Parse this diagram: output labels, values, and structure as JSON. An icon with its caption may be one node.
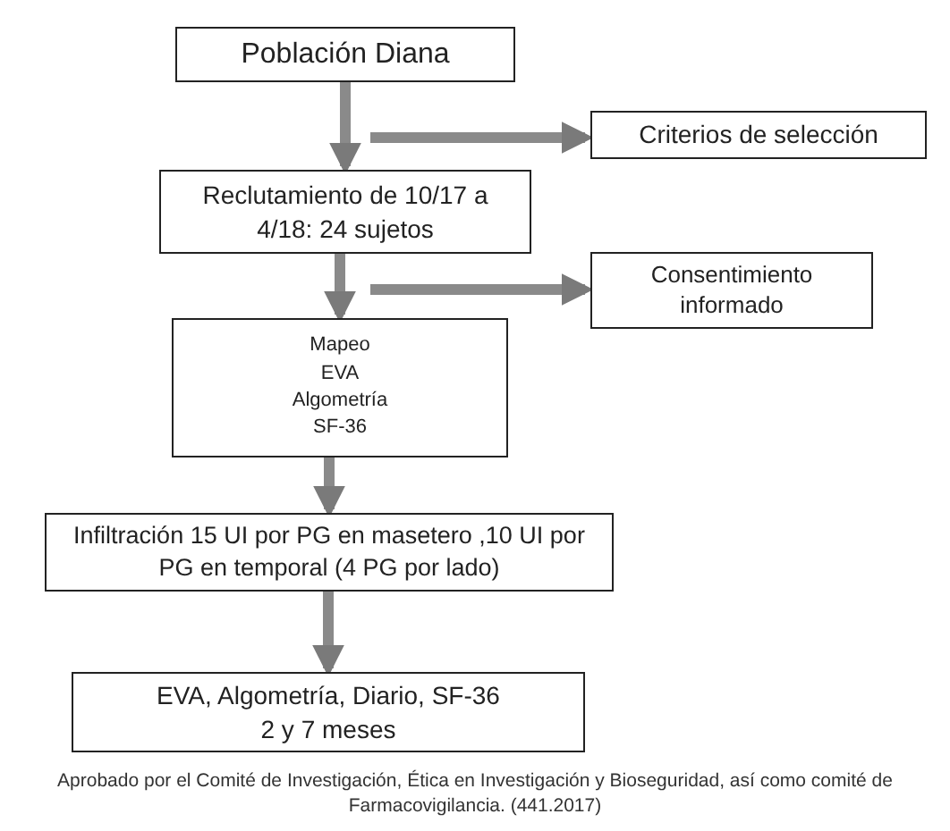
{
  "diagram": {
    "caption": "Aprobado por el Comité de Investigación, Ética en Investigación y Bioseguridad, así como comité de Farmacovigilancia. (441.2017)",
    "nodes": [
      {
        "text": [
          "Población Diana"
        ]
      },
      {
        "text": [
          "Criterios de selección"
        ]
      },
      {
        "text": [
          "Reclutamiento de 10/17 a 4/18: 24 sujetos"
        ]
      },
      {
        "text": [
          "Consentimiento informado"
        ]
      },
      {
        "text": [
          "Mapeo",
          "EVA",
          "Algometría",
          "SF-36"
        ]
      },
      {
        "text": [
          "Infiltración 15 UI por PG en masetero ,10 UI por PG en temporal (4 PG por lado)"
        ]
      },
      {
        "text": [
          "EVA, Algometría, Diario, SF-36",
          "2 y 7 meses"
        ]
      }
    ],
    "edges": [
      {
        "from": 0,
        "to": 2,
        "arrow": "to"
      },
      {
        "from": null,
        "to": 1,
        "arrow": "to"
      },
      {
        "from": 2,
        "to": 4,
        "arrow": "to"
      },
      {
        "from": null,
        "to": 3,
        "arrow": "to"
      },
      {
        "from": 4,
        "to": 5,
        "arrow": "to"
      },
      {
        "from": 5,
        "to": 6,
        "arrow": "to"
      }
    ]
  }
}
